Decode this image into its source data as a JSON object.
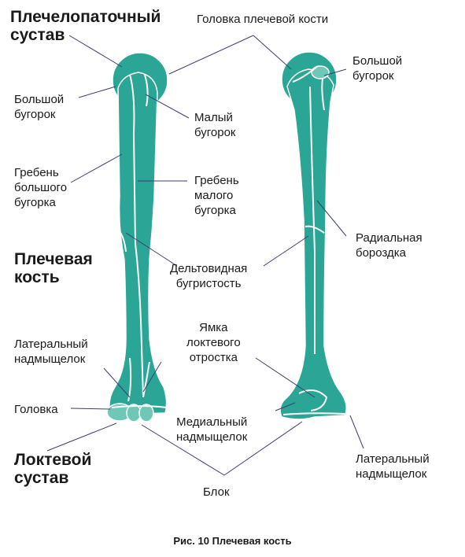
{
  "headings": {
    "shoulder_joint": "Плечелопаточный\nсустав",
    "humerus": "Плечевая\nкость",
    "elbow_joint": "Локтевой\nсустав"
  },
  "labels": {
    "head_of_humerus": "Головка плечевой кости",
    "greater_tubercle_left": "Большой\nбугорок",
    "greater_tubercle_right": "Большой\nбугорок",
    "lesser_tubercle": "Малый\nбугорок",
    "crest_greater_tubercle": "Гребень\nбольшого\nбугорка",
    "crest_lesser_tubercle": "Гребень\nмалого\nбугорка",
    "radial_groove": "Радиальная\nбороздка",
    "deltoid_tuberosity": "Дельтовидная\nбугристость",
    "olecranon_fossa": "Ямка\nлоктевого\nотростка",
    "lateral_epicondyle_left": "Латеральный\nнадмыщелок",
    "capitulum": "Головка",
    "medial_epicondyle": "Медиальный\nнадмыщелок",
    "lateral_epicondyle_right": "Латеральный\nнадмыщелок",
    "trochlea": "Блок"
  },
  "caption": "Рис. 10 Плечевая кость",
  "colors": {
    "bone": "#2aa596",
    "bone_light": "#6fc7b8",
    "outline": "#ffffff",
    "leader": "#3b3f72"
  }
}
